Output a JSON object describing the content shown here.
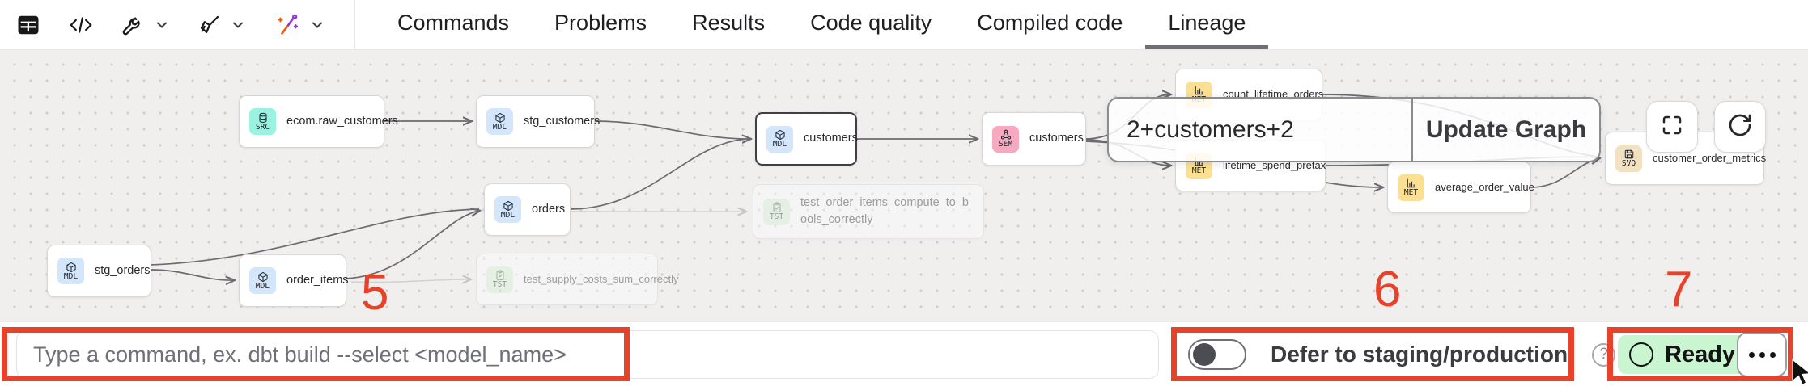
{
  "toolbar": {
    "icons": [
      "table-icon",
      "code-icon",
      "wrench-icon",
      "broom-icon",
      "magic-wand-icon"
    ],
    "tabs": [
      {
        "label": "Commands"
      },
      {
        "label": "Problems"
      },
      {
        "label": "Results"
      },
      {
        "label": "Code quality"
      },
      {
        "label": "Compiled code"
      },
      {
        "label": "Lineage",
        "active": true
      }
    ]
  },
  "graph": {
    "nodes": [
      {
        "label": "ecom.raw_customers",
        "badge": "SRC",
        "type": "source"
      },
      {
        "label": "stg_customers",
        "badge": "MDL",
        "type": "model"
      },
      {
        "label": "customers",
        "badge": "MDL",
        "type": "model",
        "selected": true
      },
      {
        "label": "orders",
        "badge": "MDL",
        "type": "model"
      },
      {
        "label": "stg_orders",
        "badge": "MDL",
        "type": "model"
      },
      {
        "label": "order_items",
        "badge": "MDL",
        "type": "model"
      },
      {
        "label": "test_order_items_compute_to_bools_correctly",
        "badge": "TST",
        "type": "test",
        "faded": true
      },
      {
        "label": "test_supply_costs_sum_correctly",
        "badge": "TST",
        "type": "test",
        "faded": true
      },
      {
        "label": "customers",
        "badge": "SEM",
        "type": "semantic-model"
      },
      {
        "label": "count_lifetime_orders",
        "badge": "MET",
        "type": "metric"
      },
      {
        "label": "lifetime_spend_pretax",
        "badge": "MET",
        "type": "metric"
      },
      {
        "label": "average_order_value",
        "badge": "MET",
        "type": "metric"
      },
      {
        "label": "customer_order_metrics",
        "badge": "SVQ",
        "type": "saved-query"
      }
    ],
    "selector": {
      "value": "2+customers+2",
      "button_label": "Update Graph"
    },
    "controls": {
      "fullscreen": "fullscreen-icon",
      "refresh": "refresh-icon"
    }
  },
  "command_bar": {
    "placeholder": "Type a command, ex. dbt build --select <model_name>"
  },
  "defer": {
    "label": "Defer to staging/production",
    "enabled": false,
    "help": "?"
  },
  "status": {
    "label": "Ready"
  },
  "annotations": {
    "labels": [
      "5",
      "6",
      "7"
    ],
    "color": "#e8432a"
  },
  "colors": {
    "annotation_red": "#e8432a",
    "ready_bg": "#c9f6d1",
    "src_badge": "#9cf2e0",
    "mdl_badge": "#d3e6fb",
    "sem_badge": "#f7a9c0",
    "met_badge": "#fbdf92",
    "svq_badge": "#f2e2c2",
    "tst_badge": "#d8f0d8",
    "canvas_bg": "#f0efee"
  }
}
